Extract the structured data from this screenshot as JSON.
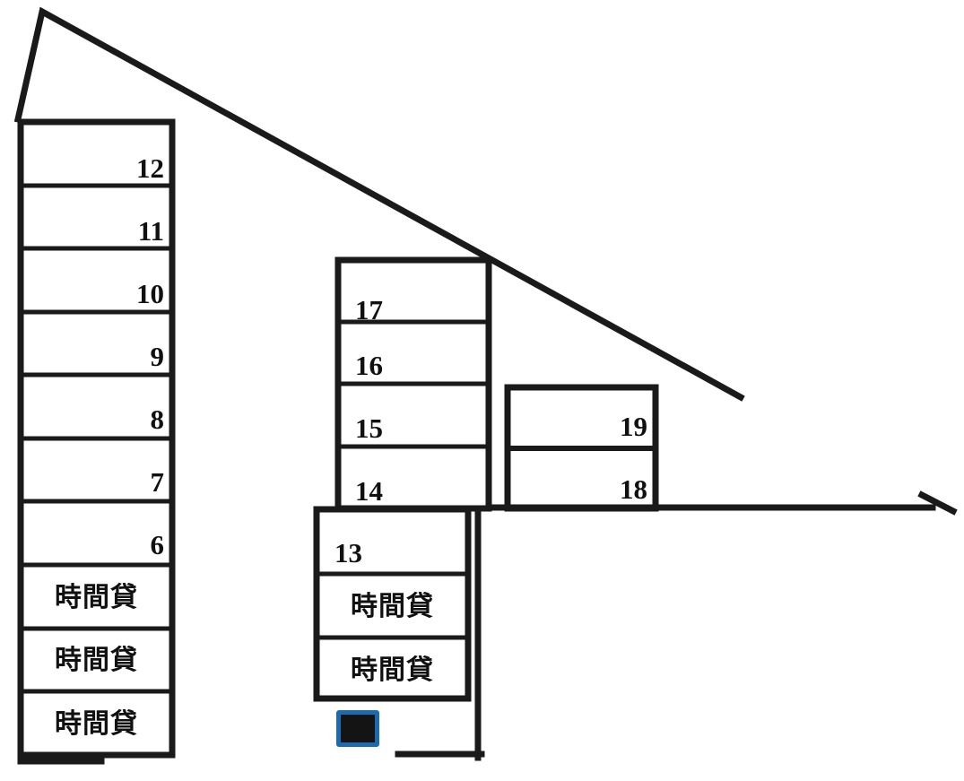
{
  "diagram": {
    "title": "parking-lot-layout",
    "colors": {
      "line": "#1a1a1a",
      "fill": "#ffffff",
      "kiosk_border": "#1c6bb0",
      "kiosk_fill": "#141414"
    }
  },
  "left_block": {
    "name": "left-stall-column",
    "stalls": [
      {
        "label": "12",
        "kind": "number"
      },
      {
        "label": "11",
        "kind": "number"
      },
      {
        "label": "10",
        "kind": "number"
      },
      {
        "label": "9",
        "kind": "number"
      },
      {
        "label": "8",
        "kind": "number"
      },
      {
        "label": "7",
        "kind": "number"
      },
      {
        "label": "6",
        "kind": "number"
      },
      {
        "label": "時間貸",
        "kind": "hourly"
      },
      {
        "label": "時間貸",
        "kind": "hourly"
      },
      {
        "label": "時間貸",
        "kind": "hourly"
      }
    ]
  },
  "middle_upper_block": {
    "name": "middle-upper-stall-column",
    "stalls": [
      {
        "label": "17",
        "kind": "number"
      },
      {
        "label": "16",
        "kind": "number"
      },
      {
        "label": "15",
        "kind": "number"
      },
      {
        "label": "14",
        "kind": "number"
      }
    ]
  },
  "middle_lower_block": {
    "name": "middle-lower-stall-column",
    "stalls": [
      {
        "label": "13",
        "kind": "number"
      },
      {
        "label": "時間貸",
        "kind": "hourly"
      },
      {
        "label": "時間貸",
        "kind": "hourly"
      }
    ]
  },
  "right_block": {
    "name": "right-stall-column",
    "stalls": [
      {
        "label": "19",
        "kind": "number"
      },
      {
        "label": "18",
        "kind": "number"
      }
    ]
  },
  "markers": {
    "kiosk": {
      "name": "payment-kiosk-marker",
      "label": ""
    }
  }
}
